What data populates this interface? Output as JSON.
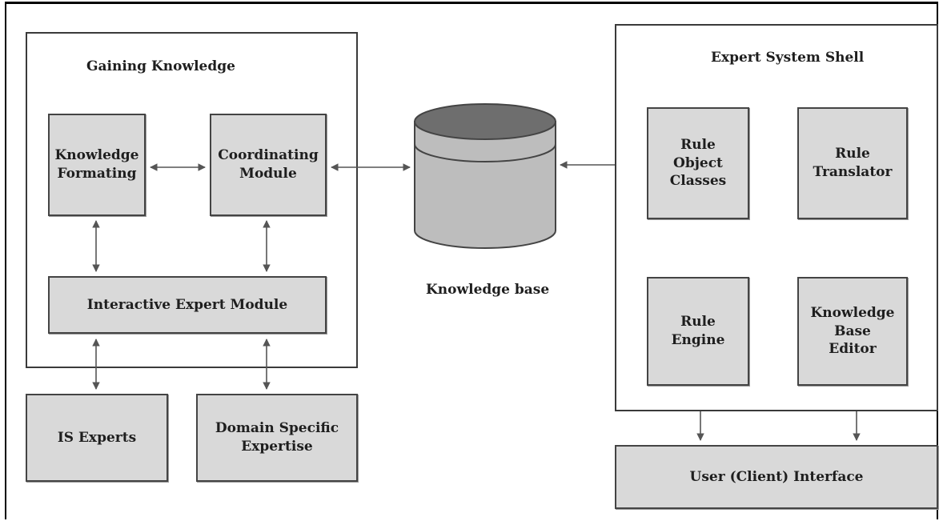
{
  "groups": {
    "gaining_knowledge": {
      "title": "Gaining Knowledge"
    },
    "expert_system_shell": {
      "title": "Expert System Shell"
    }
  },
  "nodes": {
    "knowledge_formating": "Knowledge\nFormating",
    "coordinating_module": "Coordinating\nModule",
    "interactive_expert_module": "Interactive Expert Module",
    "is_experts": "IS Experts",
    "domain_specific_expertise": "Domain Specific\nExpertise",
    "knowledge_base": "Knowledge base",
    "rule_object_classes": "Rule\nObject\nClasses",
    "rule_translator": "Rule\nTranslator",
    "rule_engine": "Rule\nEngine",
    "knowledge_base_editor": "Knowledge\nBase\nEditor",
    "user_client_interface": "User  (Client)  Interface"
  },
  "colors": {
    "box_fill": "#d9d9d9",
    "cylinder_top": "#6e6e6e",
    "cylinder_body": "#bdbdbd",
    "line": "#555555"
  }
}
